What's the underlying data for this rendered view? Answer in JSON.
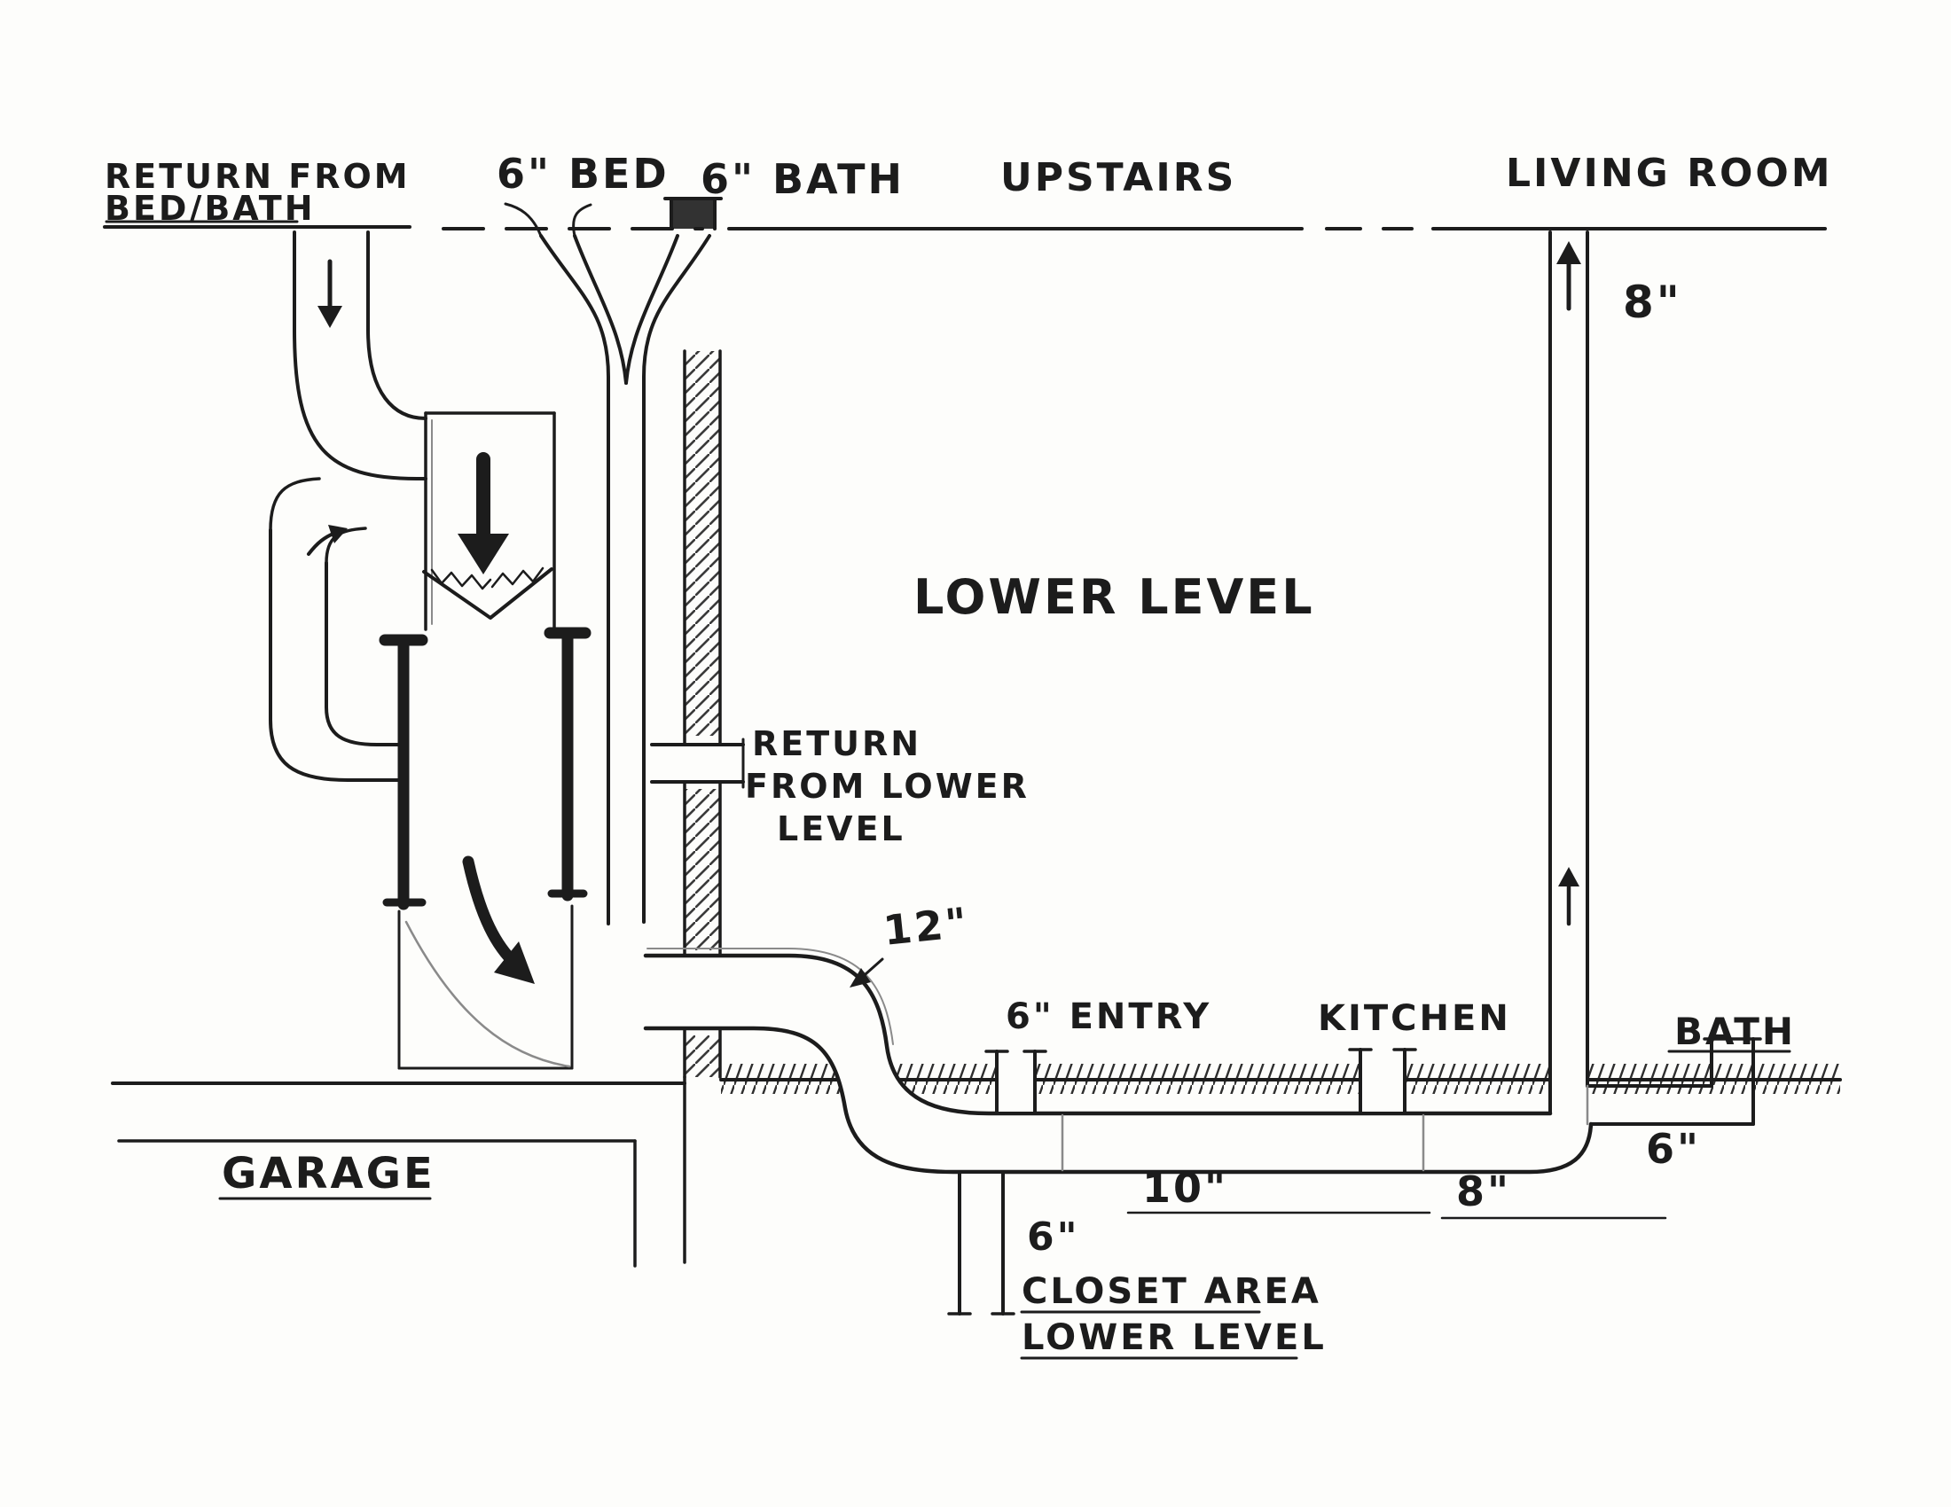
{
  "title": "Hand-drawn HVAC ductwork section sketch",
  "colors": {
    "ink": "#1c1c1c",
    "pencil": "#8a8a8a",
    "paper": "#fdfdfb"
  },
  "labels": {
    "return_bed_bath_line1": "RETURN FROM",
    "return_bed_bath_line2": "BED/BATH",
    "bed_size": "6\" BED",
    "bath_upstairs_size": "6\" BATH",
    "upstairs": "UPSTAIRS",
    "living_room": "LIVING ROOM",
    "living_room_riser_size": "8\"",
    "lower_level": "LOWER LEVEL",
    "return_lower_line1": "RETURN",
    "return_lower_line2": "FROM LOWER",
    "return_lower_line3": "LEVEL",
    "main_trunk_size": "12\"",
    "entry_register": "6\" ENTRY",
    "kitchen": "KITCHEN",
    "bath": "BATH",
    "bath_duct_size": "6\"",
    "run_size_10": "10\"",
    "run_size_8": "8\"",
    "garage": "GARAGE",
    "closet_duct_size": "6\"",
    "closet_line1": "CLOSET AREA",
    "closet_line2": "LOWER LEVEL"
  }
}
